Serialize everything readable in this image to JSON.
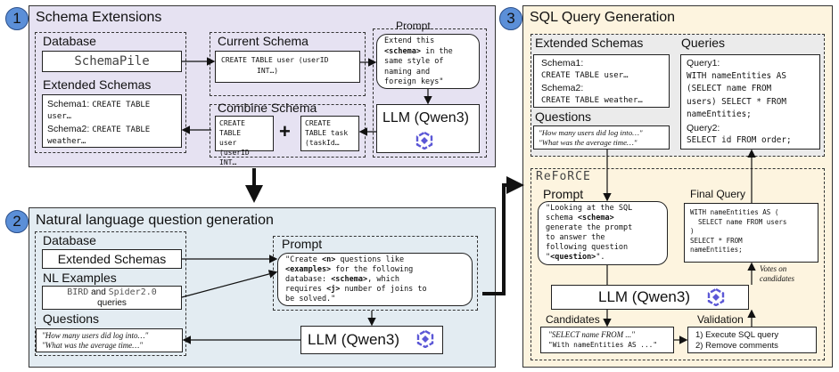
{
  "steps": {
    "s1": {
      "num": "1",
      "title": "Schema Extensions"
    },
    "s2": {
      "num": "2",
      "title": "Natural language question generation"
    },
    "s3": {
      "num": "3",
      "title": "SQL Query Generation"
    }
  },
  "p1": {
    "database_label": "Database",
    "database_value": "SchemaPile",
    "ext_label": "Extended Schemas",
    "ext_s1_name": "Schema1:",
    "ext_s1_code": "CREATE TABLE",
    "ext_s1_code2": "user…",
    "ext_s2_name": "Schema2:",
    "ext_s2_code": "CREATE TABLE",
    "ext_s2_code2": "weather…",
    "current_label": "Current Schema",
    "current_code": "CREATE TABLE user (userID",
    "current_code2": "INT…)",
    "combine_label": "Combine Schema",
    "combine_a1": "CREATE TABLE",
    "combine_a2": "user (userID",
    "combine_a3": "INT…",
    "plus": "+",
    "combine_b1": "CREATE",
    "combine_b2": "TABLE task",
    "combine_b3": "(taskId…",
    "prompt_label": "Prompt",
    "prompt_l1": "Extend this",
    "prompt_l2_b": "<schema>",
    "prompt_l2": " in the",
    "prompt_l3": "same style of",
    "prompt_l4": "naming and",
    "prompt_l5": "foreign keys\"",
    "llm": "LLM (Qwen3)"
  },
  "p2": {
    "database_label": "Database",
    "database_value": "Extended Schemas",
    "nl_label": "NL Examples",
    "nl_bird": "BIRD",
    "nl_and": " and ",
    "nl_spider": "Spider2.0",
    "nl_queries": "queries",
    "questions_label": "Questions",
    "q1": "\"How many users did log into…\"",
    "q2": "\"What was the average time…\"",
    "prompt_label": "Prompt",
    "prompt_l1a": "\"Create ",
    "prompt_l1b": "<n>",
    "prompt_l1c": " questions like",
    "prompt_l2a": "<examples>",
    "prompt_l2b": " for the following",
    "prompt_l3a": "database: ",
    "prompt_l3b": "<schema>",
    "prompt_l3c": ", which",
    "prompt_l4a": "requires ",
    "prompt_l4b": "<j>",
    "prompt_l4c": " number of joins to",
    "prompt_l5": "be solved.\"",
    "llm": "LLM (Qwen3)"
  },
  "p3": {
    "ext_label": "Extended Schemas",
    "ext_s1_name": "Schema1:",
    "ext_s1_code": "CREATE TABLE user…",
    "ext_s2_name": "Schema2:",
    "ext_s2_code": "CREATE TABLE weather…",
    "questions_label": "Questions",
    "q1": "\"How many users did log into…\"",
    "q2": "\"What was the average time…\"",
    "queries_label": "Queries",
    "query1_name": "Query1:",
    "query1_l1": "WITH nameEntities AS",
    "query1_l2": "(SELECT name FROM",
    "query1_l3": "users) SELECT * FROM",
    "query1_l4": "nameEntities;",
    "query2_name": "Query2:",
    "query2_l1": "SELECT id FROM order;",
    "reforce_label": "ReFoRCE",
    "prompt_label": "Prompt",
    "prompt_l1": "\"Looking at the SQL",
    "prompt_l2a": "schema ",
    "prompt_l2b": "<schema>",
    "prompt_l3": "generate the prompt",
    "prompt_l4": "to answer the",
    "prompt_l5": "following question",
    "prompt_l6a": "\"",
    "prompt_l6b": "<question>",
    "prompt_l6c": "\".",
    "final_label": "Final Query",
    "final_l1": "WITH nameEntities AS (",
    "final_l2": "  SELECT name FROM users",
    "final_l3": ")",
    "final_l4": "SELECT * FROM",
    "final_l5": "nameEntities;",
    "votes": "Votes on candidates",
    "llm": "LLM (Qwen3)",
    "candidates_label": "Candidates",
    "cand_l1": "\"SELECT name FROM ...\"",
    "cand_l2": "\"With nameEntities AS ...\"",
    "validation_label": "Validation",
    "val_l1": "1) Execute SQL query",
    "val_l2": "2) Remove comments"
  },
  "icons": {
    "llm_logo": "qwen-logo-icon"
  },
  "colors": {
    "panel1": "#e6e2f2",
    "panel2": "#e3ecf2",
    "panel3": "#fdf4df",
    "step_circle": "#5b8fd8"
  }
}
